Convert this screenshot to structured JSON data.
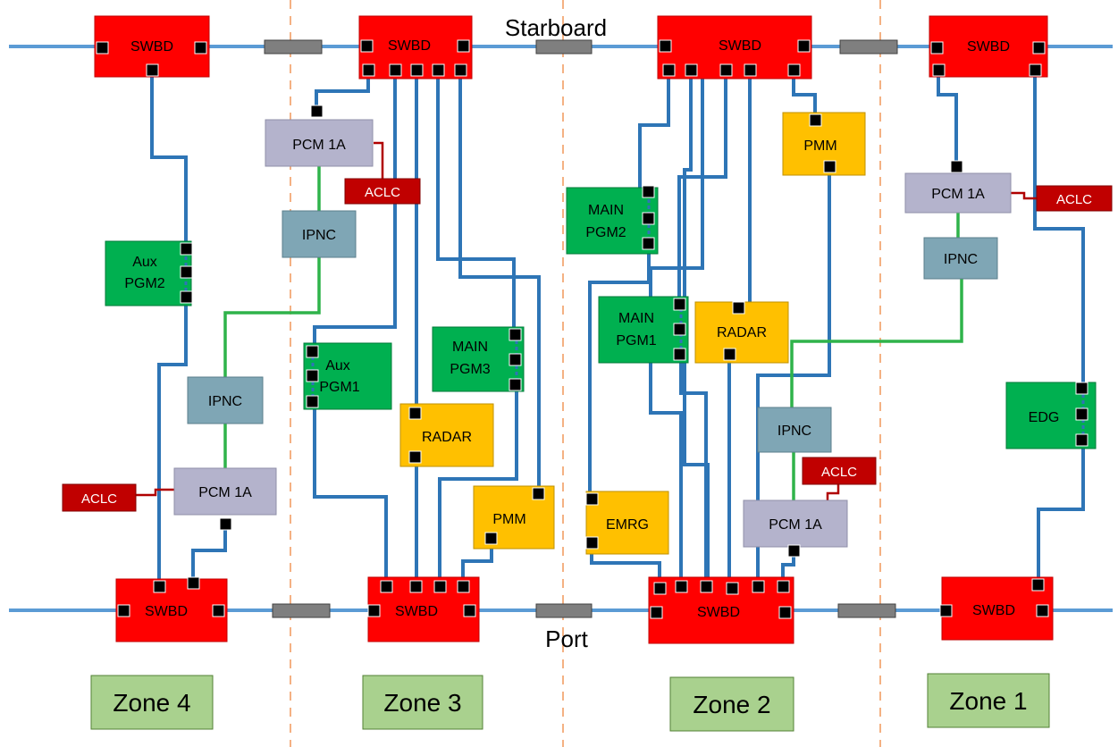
{
  "buses": {
    "starboard_label": "Starboard",
    "port_label": "Port"
  },
  "zones": [
    "Zone 4",
    "Zone 3",
    "Zone 2",
    "Zone 1"
  ],
  "colors": {
    "swbd": "#ff0000",
    "pgm": "#00b050",
    "pcm": "#b4b3cc",
    "ipnc": "#7fa6b5",
    "radar": "#ffc000",
    "aclc": "#c00000",
    "zone": "#a9d18e",
    "bus": "#5b9bd5",
    "power_cable": "#2e75b6",
    "control_cable": "#2fb34a",
    "aclc_cable": "#b00000"
  },
  "components": {
    "swbd_stbd_z4": "SWBD",
    "swbd_stbd_z3": "SWBD",
    "swbd_stbd_z2": "SWBD",
    "swbd_stbd_z1": "SWBD",
    "swbd_port_z4": "SWBD",
    "swbd_port_z3": "SWBD",
    "swbd_port_z2": "SWBD",
    "swbd_port_z1": "SWBD",
    "pcm_z3": "PCM 1A",
    "pcm_z4": "PCM 1A",
    "pcm_z2": "PCM 1A",
    "pcm_z1": "PCM 1A",
    "aclc_z3": "ACLC",
    "aclc_z4": "ACLC",
    "aclc_z2": "ACLC",
    "aclc_z1": "ACLC",
    "ipnc_z3": "IPNC",
    "ipnc_z4": "IPNC",
    "ipnc_z2": "IPNC",
    "ipnc_z1": "IPNC",
    "aux_pgm2": [
      "Aux",
      "PGM2"
    ],
    "aux_pgm1": [
      "Aux",
      "PGM1"
    ],
    "main_pgm3": [
      "MAIN",
      "PGM3"
    ],
    "main_pgm2": [
      "MAIN",
      "PGM2"
    ],
    "main_pgm1": [
      "MAIN",
      "PGM1"
    ],
    "radar_z3": "RADAR",
    "radar_z2": "RADAR",
    "pmm_z3": "PMM",
    "pmm_z2": "PMM",
    "emrg": "EMRG",
    "edg": "EDG"
  }
}
